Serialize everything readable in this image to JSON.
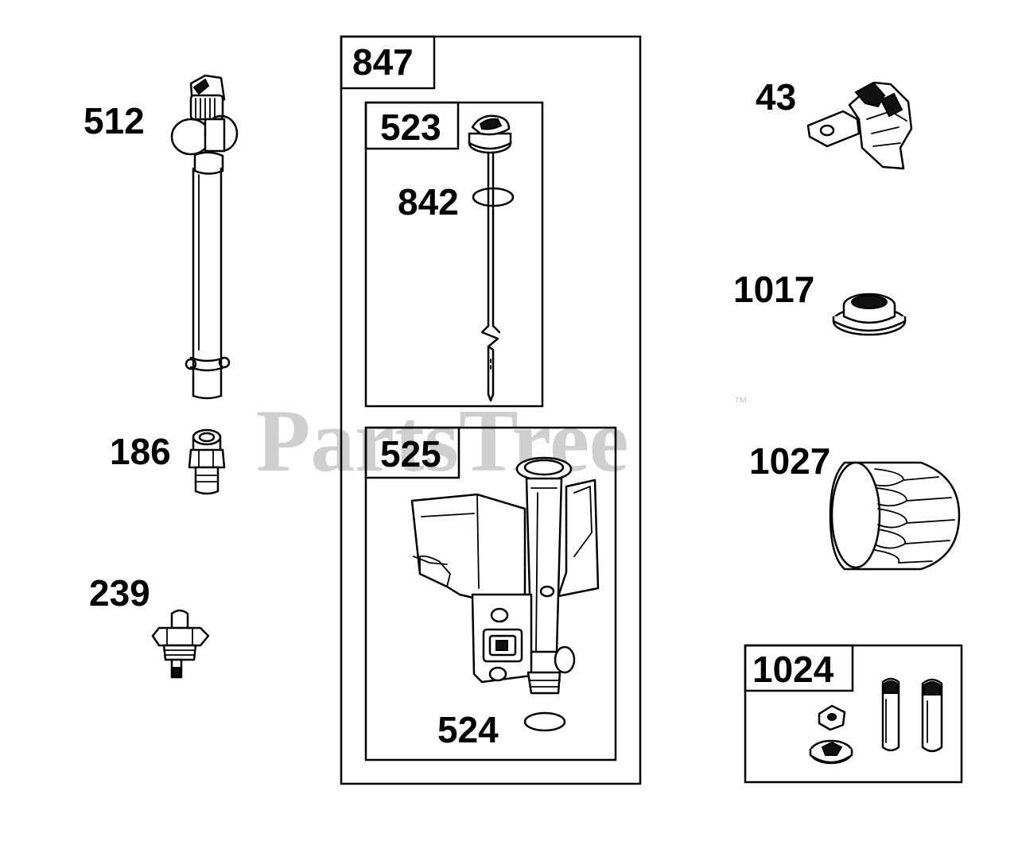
{
  "watermark": {
    "text": "PartsTree",
    "trademark": "™"
  },
  "labels": {
    "p512": "512",
    "p186": "186",
    "p239": "239",
    "p847": "847",
    "p523": "523",
    "p842": "842",
    "p525": "525",
    "p524": "524",
    "p43": "43",
    "p1017": "1017",
    "p1027": "1027",
    "p1024": "1024"
  },
  "colors": {
    "ink": "#000000",
    "watermark": "#cfcfcf",
    "background": "#ffffff"
  }
}
